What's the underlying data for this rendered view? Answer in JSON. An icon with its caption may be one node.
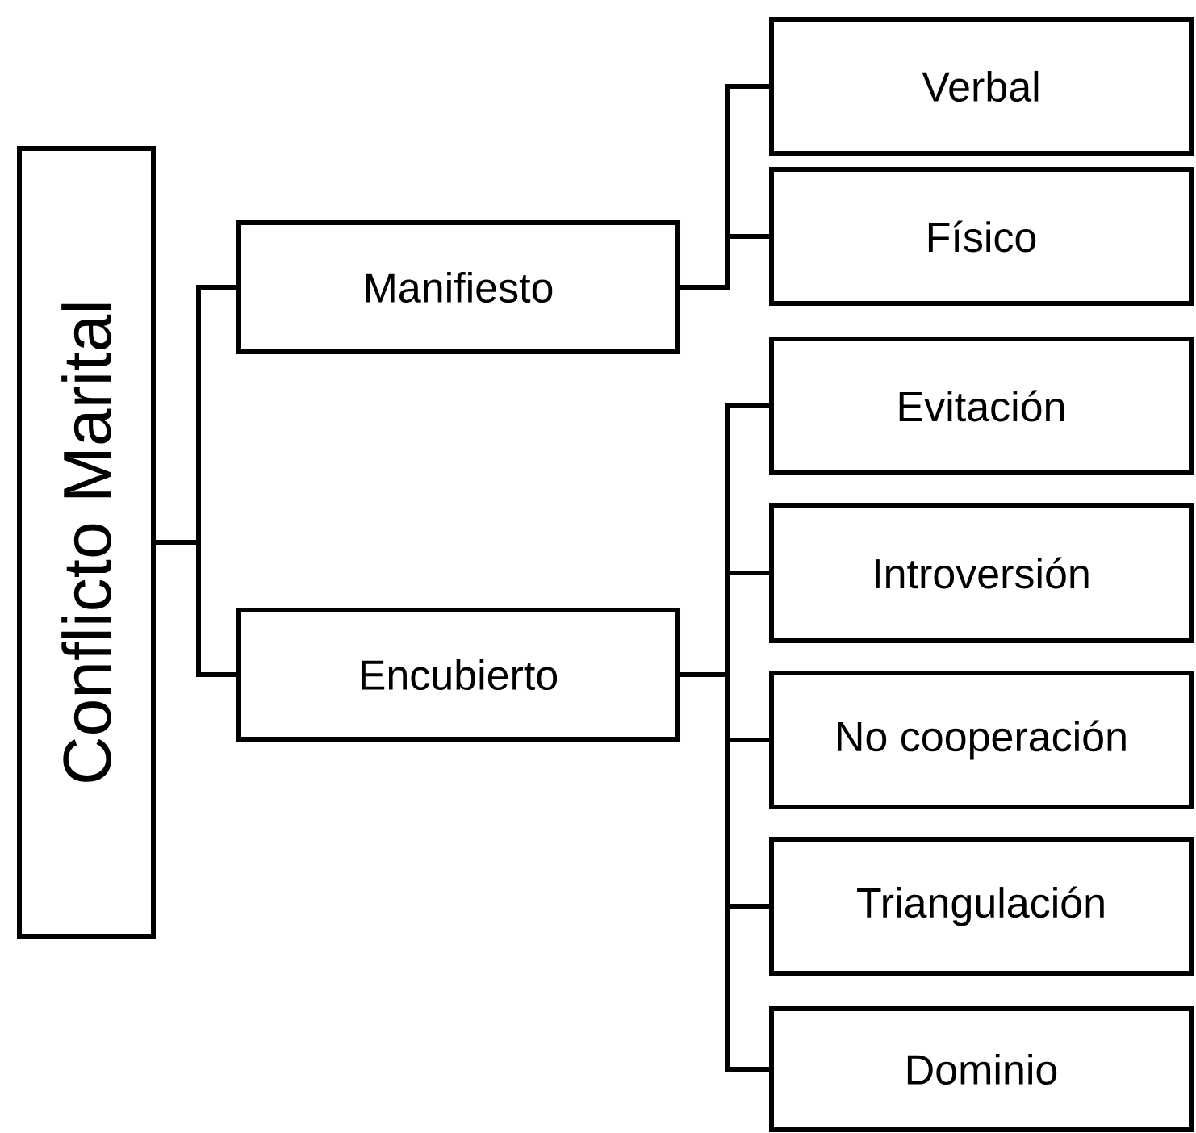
{
  "diagram": {
    "nodes": [
      {
        "text": [
          "Conflicto Marital"
        ]
      },
      {
        "text": [
          "Manifiesto"
        ]
      },
      {
        "text": [
          "Encubierto"
        ]
      },
      {
        "text": [
          "Verbal"
        ]
      },
      {
        "text": [
          "Físico"
        ]
      },
      {
        "text": [
          "Evitación"
        ]
      },
      {
        "text": [
          "Introversión"
        ]
      },
      {
        "text": [
          "No cooperación"
        ]
      },
      {
        "text": [
          "Triangulación"
        ]
      },
      {
        "text": [
          "Dominio"
        ]
      }
    ],
    "edges": [
      {
        "from": 0,
        "to": 1,
        "arrow": "none"
      },
      {
        "from": 0,
        "to": 2,
        "arrow": "none"
      },
      {
        "from": 1,
        "to": 3,
        "arrow": "none"
      },
      {
        "from": 1,
        "to": 4,
        "arrow": "none"
      },
      {
        "from": 2,
        "to": 5,
        "arrow": "none"
      },
      {
        "from": 2,
        "to": 6,
        "arrow": "none"
      },
      {
        "from": 2,
        "to": 7,
        "arrow": "none"
      },
      {
        "from": 2,
        "to": 8,
        "arrow": "none"
      },
      {
        "from": 2,
        "to": 9,
        "arrow": "none"
      }
    ]
  }
}
